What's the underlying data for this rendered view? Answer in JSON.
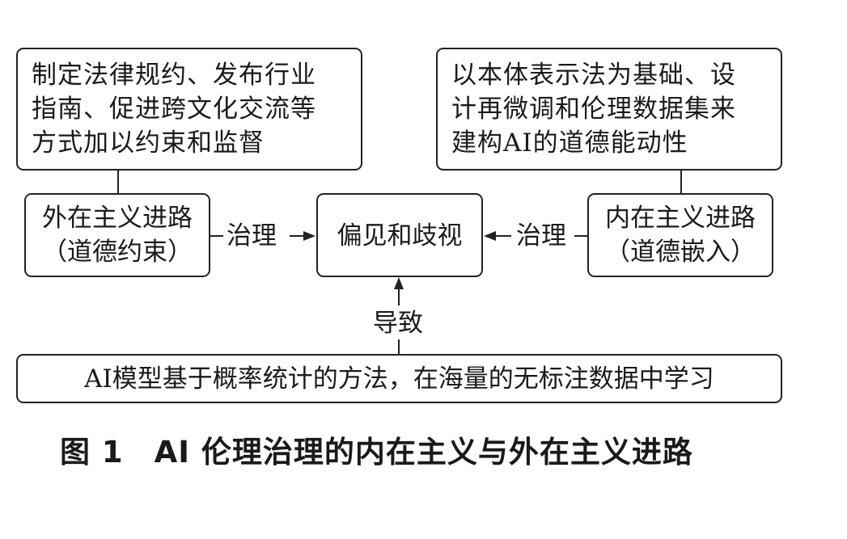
{
  "diagram": {
    "external_measures": {
      "lines": [
        "制定法律规约、发布行业",
        "指南、促进跨文化交流等",
        "方式加以约束和监督"
      ]
    },
    "internal_measures": {
      "lines": [
        "以本体表示法为基础、设",
        "计再微调和伦理数据集来",
        "建构AI的道德能动性"
      ]
    },
    "external_path": {
      "line1": "外在主义进路",
      "line2": "（道德约束）"
    },
    "internal_path": {
      "line1": "内在主义进路",
      "line2": "（道德嵌入）"
    },
    "center": {
      "label": "偏见和歧视"
    },
    "edges": {
      "left_label": "治理",
      "right_label": "治理",
      "bottom_label": "导致"
    },
    "bottom": {
      "label": "AI模型基于概率统计的方法，在海量的无标注数据中学习"
    }
  },
  "caption": {
    "number": "图 1",
    "title": "AI 伦理治理的内在主义与外在主义进路"
  }
}
